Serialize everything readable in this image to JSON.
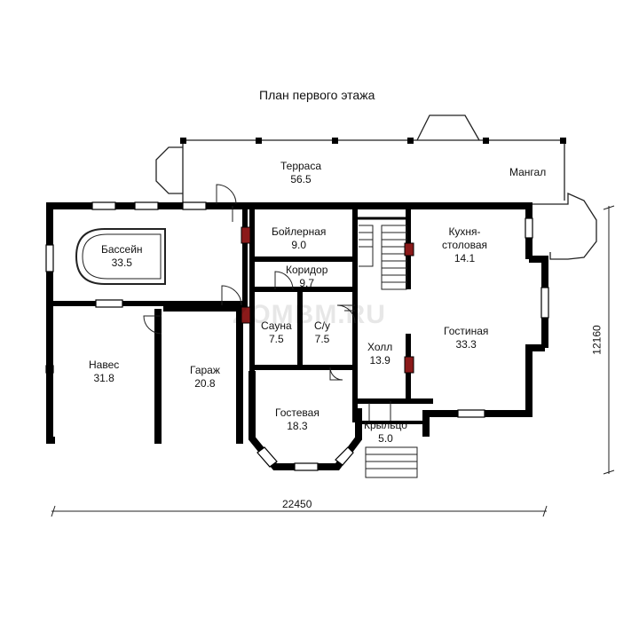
{
  "title": "План первого этажа",
  "watermark": "ZOMBM.RU",
  "rooms": [
    {
      "name": "Терраса",
      "area": "56.5"
    },
    {
      "name": "Мангал",
      "area": ""
    },
    {
      "name": "Бассейн",
      "area": "33.5"
    },
    {
      "name": "Бойлерная",
      "area": "9.0"
    },
    {
      "name": "Кухня-",
      "name2": "столовая",
      "area": "14.1"
    },
    {
      "name": "Коридор",
      "area": "9.7"
    },
    {
      "name": "Сауна",
      "area": "7.5"
    },
    {
      "name": "С/у",
      "area": "7.5"
    },
    {
      "name": "Гостиная",
      "area": "33.3"
    },
    {
      "name": "Холл",
      "area": "13.9"
    },
    {
      "name": "Навес",
      "area": "31.8"
    },
    {
      "name": "Гараж",
      "area": "20.8"
    },
    {
      "name": "Гостевая",
      "area": "18.3"
    },
    {
      "name": "Крыльцо",
      "area": "5.0"
    }
  ],
  "dimensions": {
    "width": "22450",
    "height": "12160"
  },
  "colors": {
    "wall": "#000000",
    "line": "#222222",
    "chimney": "#8b1a1a"
  }
}
